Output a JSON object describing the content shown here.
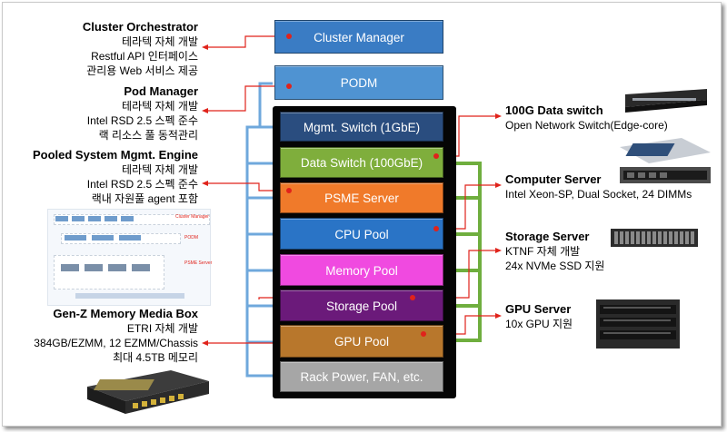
{
  "center_blocks": {
    "cluster_manager": "Cluster Manager",
    "podm": "PODM",
    "mgmt_switch": "Mgmt. Switch (1GbE)",
    "data_switch": "Data Switch (100GbE)",
    "psme_server": "PSME Server",
    "cpu_pool": "CPU Pool",
    "memory_pool": "Memory Pool",
    "storage_pool": "Storage Pool",
    "gpu_pool": "GPU Pool",
    "rack_power": "Rack Power, FAN, etc."
  },
  "left_notes": {
    "cluster_orchestrator": {
      "title": "Cluster Orchestrator",
      "lines": [
        "테라텍 자체 개발",
        "Restful API 인터페이스",
        "관리용 Web 서비스 제공"
      ]
    },
    "pod_manager": {
      "title": "Pod Manager",
      "lines": [
        "테라텍 자체 개발",
        "Intel RSD 2.5 스펙 준수",
        "랙 리소스 풀 동적관리"
      ]
    },
    "psme": {
      "title": "Pooled System Mgmt. Engine",
      "lines": [
        "테라텍 자체 개발",
        "Intel RSD 2.5 스펙 준수",
        "랙내 자원풀 agent 포함"
      ]
    },
    "genz": {
      "title": "Gen-Z Memory Media Box",
      "lines": [
        "ETRI 자체 개발",
        "384GB/EZMM, 12 EZMM/Chassis",
        "최대 4.5TB 메모리"
      ]
    }
  },
  "right_notes": {
    "data_switch": {
      "title": "100G Data switch",
      "lines": [
        "Open Network Switch(Edge-core)"
      ]
    },
    "computer_server": {
      "title": "Computer Server",
      "lines": [
        "Intel Xeon-SP, Dual Socket, 24 DIMMs"
      ]
    },
    "storage_server": {
      "title": "Storage Server",
      "lines": [
        "KTNF 자체 개발",
        "24x NVMe SSD 지원"
      ]
    },
    "gpu_server": {
      "title": "GPU Server",
      "lines": [
        "10x GPU 지원"
      ]
    }
  },
  "thumbnail": {
    "labels": [
      "Cluster Manager",
      "PODM",
      "PSME Server"
    ]
  },
  "colors": {
    "cluster_manager": "#3a7cc4",
    "podm": "#4f93d2",
    "mgmt_switch": "#2a4d7f",
    "data_switch": "#7fae3c",
    "psme_server": "#f07a2a",
    "cpu_pool": "#2a74c6",
    "memory_pool": "#f04ae0",
    "storage_pool": "#6b1a7a",
    "gpu_pool": "#b8772c",
    "rack_power": "#a6a6a6",
    "link_blue": "#6fa8dc",
    "link_green": "#6fae3e",
    "pointer_red": "#e0231b"
  }
}
